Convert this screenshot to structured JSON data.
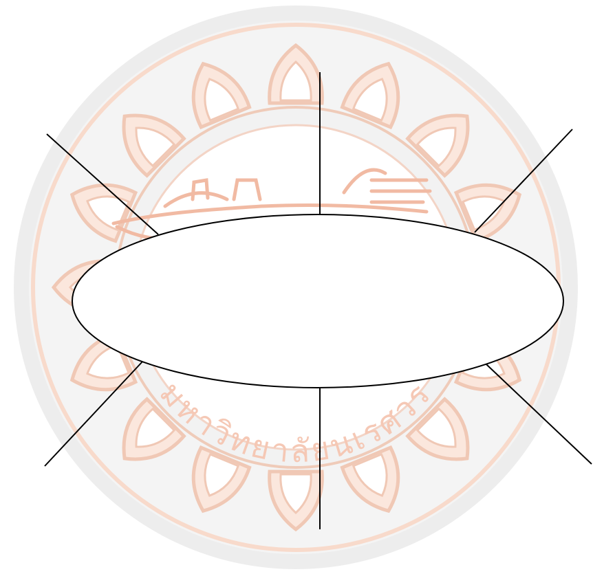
{
  "watermark": {
    "type": "university-seal",
    "text": "มหาวิทยาลัยนเรศวร",
    "colors": {
      "outer_ring": "#ebebeb",
      "inner_ring": "#f6d8ca",
      "petal_fill": "#fbe6dc",
      "petal_stroke": "#f0c6b2",
      "emblem": "#f3b9a2"
    }
  },
  "diagram": {
    "type": "spider-diagram",
    "center_label": "",
    "spoke_labels": [
      "",
      "",
      "",
      "",
      "",
      ""
    ],
    "colors": {
      "line": "#000000",
      "ellipse_fill": "#ffffff"
    }
  }
}
